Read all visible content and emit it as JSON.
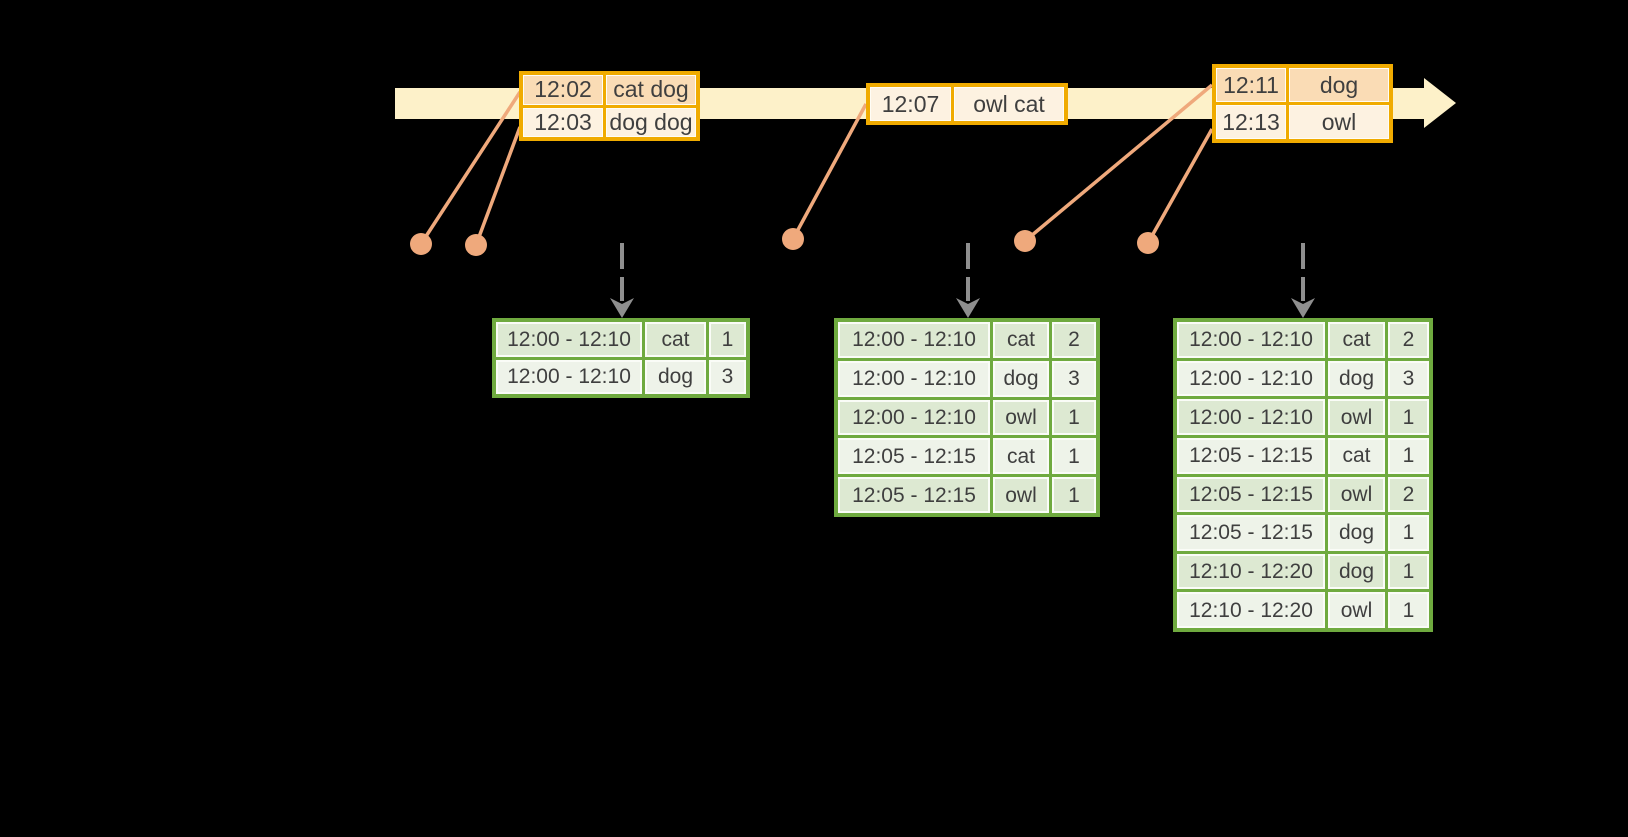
{
  "colors": {
    "background": "#000000",
    "timeline_band": "#FDF1C9",
    "event_table_border": "#F0AB00",
    "event_row_dark": "#FADCB5",
    "event_row_light": "#FDF2E1",
    "connector": "#EFA97C",
    "trigger_arrow": "#8F8F8F",
    "result_table_border": "#6FAA3F",
    "result_row_dark": "#DDE9D2",
    "result_row_light": "#EEF3E9",
    "text": "#3F3F3F"
  },
  "icons": {
    "timeline_arrowhead": "right-triangle",
    "event_marker": "filled-circle",
    "trigger_arrow": "dashed-down-arrow"
  },
  "event_tables": [
    {
      "rows": [
        {
          "time": "12:02",
          "words": "cat dog"
        },
        {
          "time": "12:03",
          "words": "dog dog"
        }
      ]
    },
    {
      "rows": [
        {
          "time": "12:07",
          "words": "owl cat"
        }
      ]
    },
    {
      "rows": [
        {
          "time": "12:11",
          "words": "dog"
        },
        {
          "time": "12:13",
          "words": "owl"
        }
      ]
    }
  ],
  "result_tables": [
    {
      "rows": [
        {
          "window": "12:00 - 12:10",
          "word": "cat",
          "count": "1"
        },
        {
          "window": "12:00 - 12:10",
          "word": "dog",
          "count": "3"
        }
      ]
    },
    {
      "rows": [
        {
          "window": "12:00 - 12:10",
          "word": "cat",
          "count": "2"
        },
        {
          "window": "12:00 - 12:10",
          "word": "dog",
          "count": "3"
        },
        {
          "window": "12:00 - 12:10",
          "word": "owl",
          "count": "1"
        },
        {
          "window": "12:05 - 12:15",
          "word": "cat",
          "count": "1"
        },
        {
          "window": "12:05 - 12:15",
          "word": "owl",
          "count": "1"
        }
      ]
    },
    {
      "rows": [
        {
          "window": "12:00 - 12:10",
          "word": "cat",
          "count": "2"
        },
        {
          "window": "12:00 - 12:10",
          "word": "dog",
          "count": "3"
        },
        {
          "window": "12:00 - 12:10",
          "word": "owl",
          "count": "1"
        },
        {
          "window": "12:05 - 12:15",
          "word": "cat",
          "count": "1"
        },
        {
          "window": "12:05 - 12:15",
          "word": "owl",
          "count": "2"
        },
        {
          "window": "12:05 - 12:15",
          "word": "dog",
          "count": "1"
        },
        {
          "window": "12:10 - 12:20",
          "word": "dog",
          "count": "1"
        },
        {
          "window": "12:10 - 12:20",
          "word": "owl",
          "count": "1"
        }
      ]
    }
  ]
}
